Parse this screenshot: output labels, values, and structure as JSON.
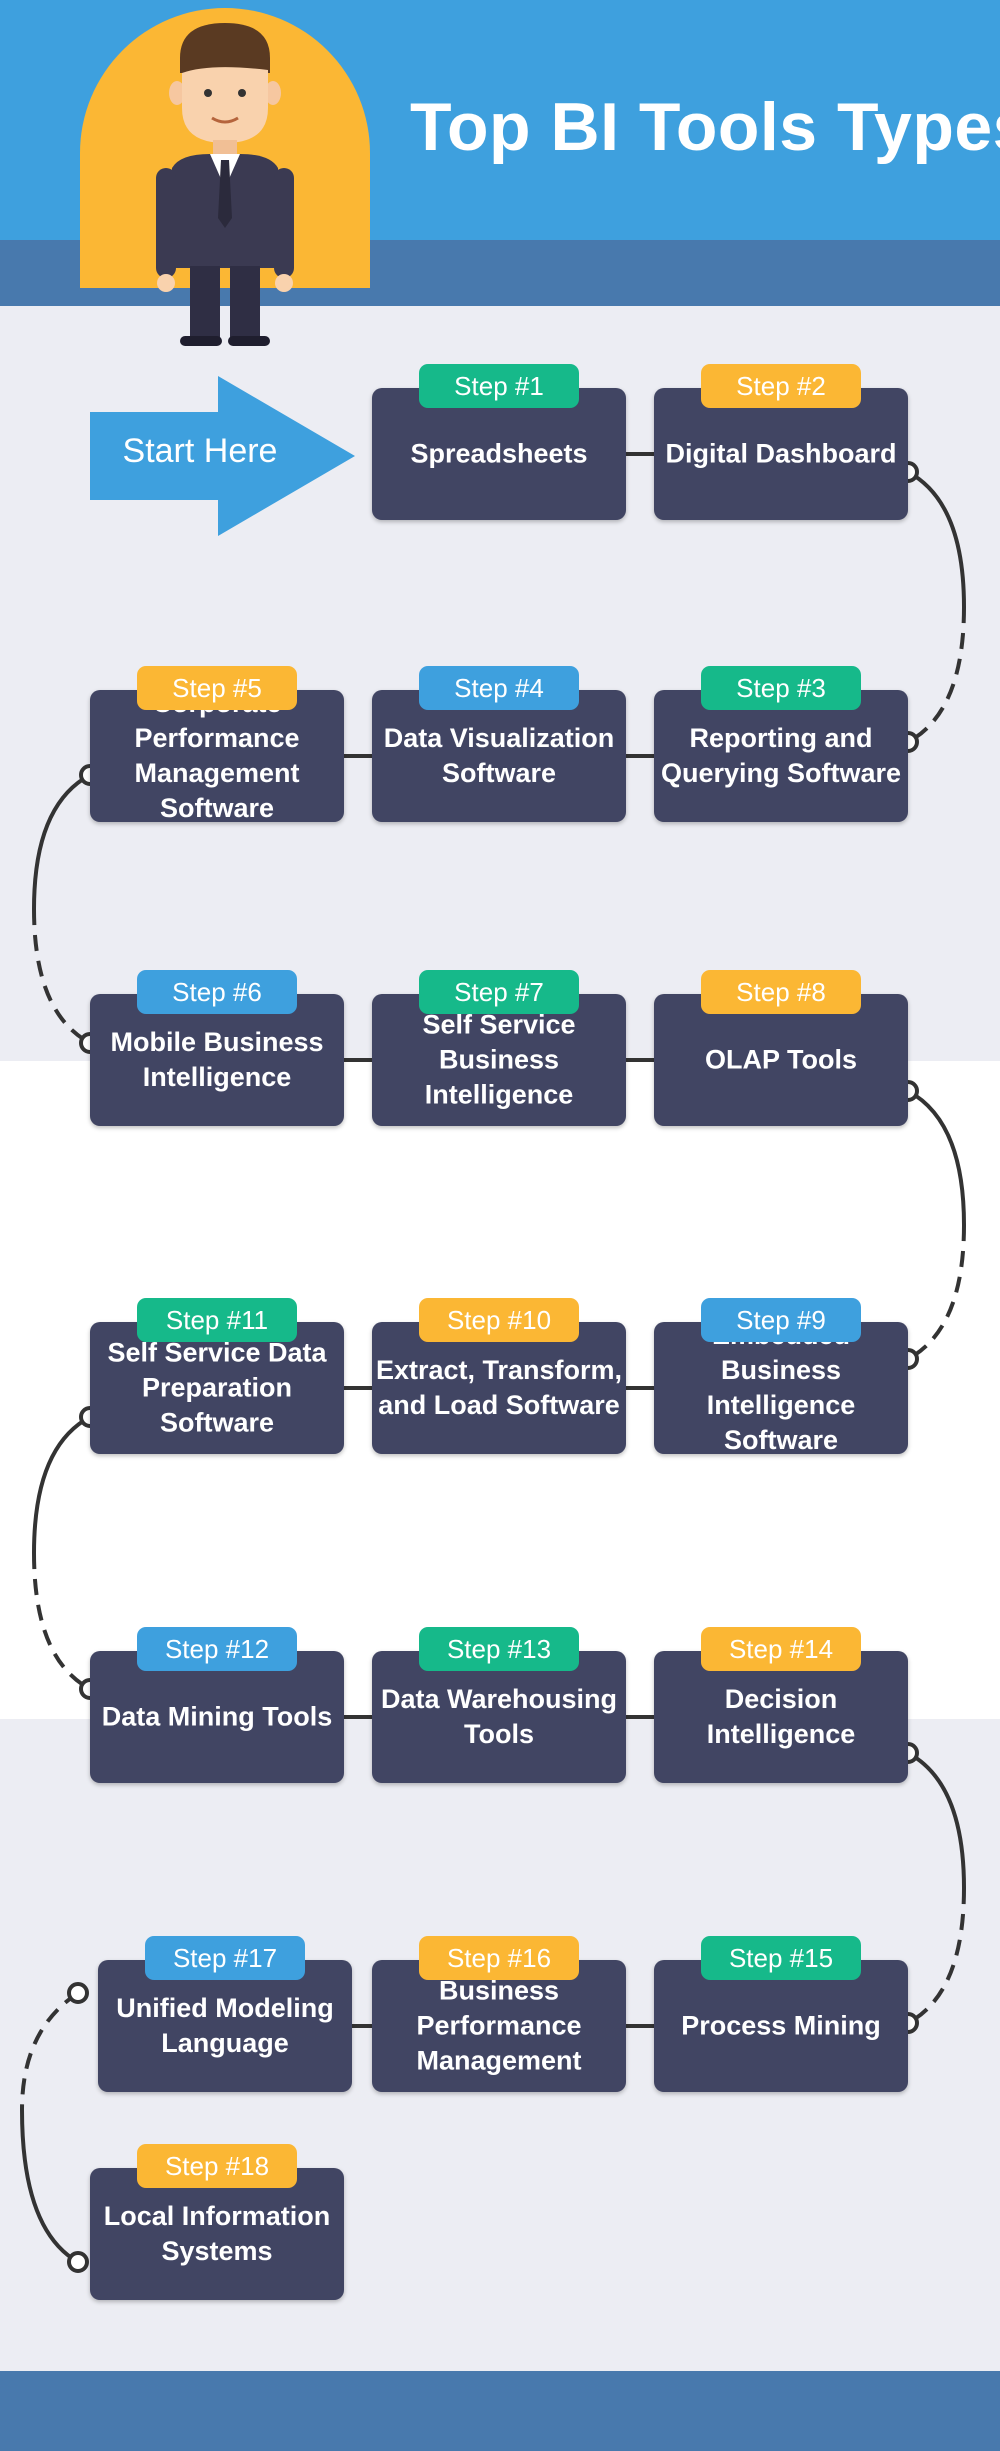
{
  "title": "Top BI Tools Types",
  "start_label": "Start Here",
  "colors": {
    "header": "#3ea0de",
    "strip": "#4879ad",
    "card": "#414563",
    "green": "#16b98a",
    "yellow": "#fbb734",
    "blue": "#3ea0de"
  },
  "steps": [
    {
      "badge": "Step #1",
      "label": "Spreadsheets",
      "badge_color": "green"
    },
    {
      "badge": "Step #2",
      "label": "Digital Dashboard",
      "badge_color": "yellow"
    },
    {
      "badge": "Step #3",
      "label": "Reporting and Querying Software",
      "badge_color": "green"
    },
    {
      "badge": "Step #4",
      "label": "Data Visualization Software",
      "badge_color": "blue"
    },
    {
      "badge": "Step #5",
      "label": "Corporate Performance Management Software",
      "badge_color": "yellow"
    },
    {
      "badge": "Step #6",
      "label": "Mobile Business Intelligence",
      "badge_color": "blue"
    },
    {
      "badge": "Step #7",
      "label": "Self Service Business Intelligence",
      "badge_color": "green"
    },
    {
      "badge": "Step #8",
      "label": "OLAP Tools",
      "badge_color": "yellow"
    },
    {
      "badge": "Step #9",
      "label": "Embedded Business Intelligence Software",
      "badge_color": "blue"
    },
    {
      "badge": "Step #10",
      "label": "Extract, Transform, and Load Software",
      "badge_color": "yellow"
    },
    {
      "badge": "Step #11",
      "label": "Self Service Data Preparation Software",
      "badge_color": "green"
    },
    {
      "badge": "Step #12",
      "label": "Data Mining Tools",
      "badge_color": "blue"
    },
    {
      "badge": "Step #13",
      "label": "Data Warehousing Tools",
      "badge_color": "green"
    },
    {
      "badge": "Step #14",
      "label": "Decision Intelligence",
      "badge_color": "yellow"
    },
    {
      "badge": "Step #15",
      "label": "Process Mining",
      "badge_color": "green"
    },
    {
      "badge": "Step #16",
      "label": "Business Performance Management",
      "badge_color": "yellow"
    },
    {
      "badge": "Step #17",
      "label": "Unified Modeling Language",
      "badge_color": "blue"
    },
    {
      "badge": "Step #18",
      "label": "Local Information Systems",
      "badge_color": "yellow"
    }
  ]
}
